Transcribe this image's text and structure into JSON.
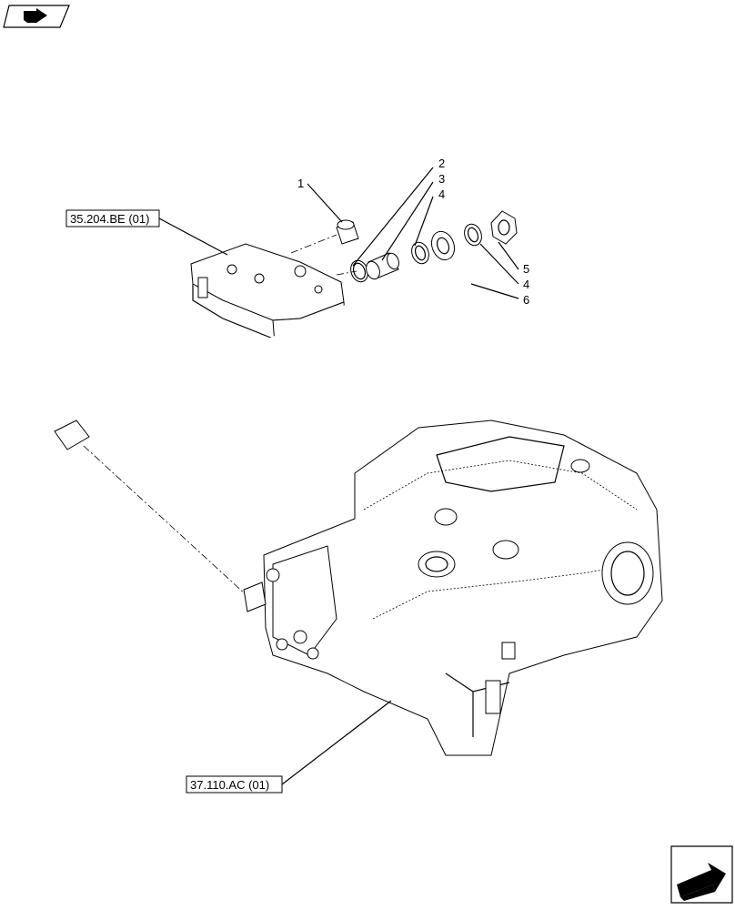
{
  "references": {
    "upper": "35.204.BE (01)",
    "lower": "37.110.AC (01)"
  },
  "callouts": [
    {
      "label": "1"
    },
    {
      "label": "2"
    },
    {
      "label": "3"
    },
    {
      "label": "4"
    },
    {
      "label": "5"
    },
    {
      "label": "4"
    },
    {
      "label": "6"
    }
  ],
  "icons": {
    "top_left": "book-arrow-icon",
    "bottom_right": "next-page-arrow-icon"
  }
}
